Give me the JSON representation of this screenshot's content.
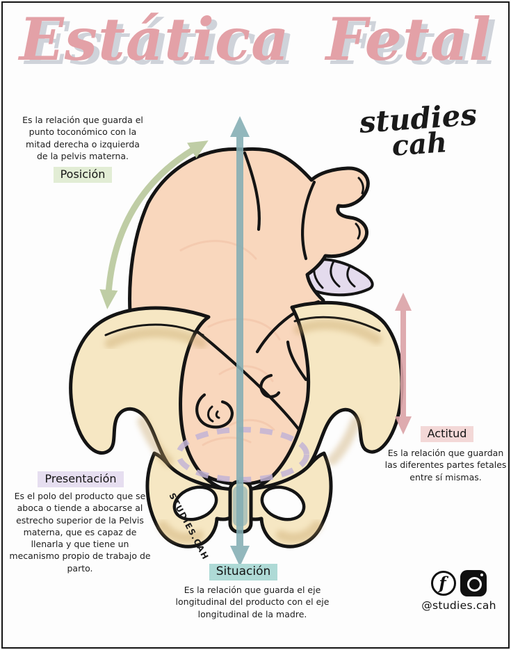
{
  "title": {
    "word1": "Estática",
    "word2": "Fetal"
  },
  "brand": {
    "line1": "studies",
    "line2": "cah"
  },
  "sections": {
    "posicion": {
      "label": "Posición",
      "description": "Es la relación que guarda el punto toconómico con la mitad derecha o izquierda de la pelvis materna."
    },
    "presentacion": {
      "label": "Presentación",
      "description": "Es el polo del producto que se aboca o tiende a abocarse al estrecho superior de la Pelvis materna, que es capaz de llenarla y que tiene un mecanismo propio de trabajo de parto."
    },
    "situacion": {
      "label": "Situación",
      "description": "Es la relación que guarda el eje longitudinal del producto con el eje longitudinal de la madre."
    },
    "actitud": {
      "label": "Actitud",
      "description": "Es la relación que guardan las diferentes partes fetales entre sí mismas."
    }
  },
  "illustration": {
    "watermark": "STUDIES.CAH"
  },
  "social": {
    "handle": "@studies.cah",
    "icons": [
      "facebook-icon",
      "instagram-icon"
    ]
  },
  "colors": {
    "title_pink": "#e19aa0",
    "title_shadow": "#ccd0d8",
    "highlight_posicion": "#e2edd5",
    "highlight_presentacion": "#e6def0",
    "highlight_situacion": "#aedad6",
    "highlight_actitud": "#f3d8d7",
    "arrow_teal": "#84aeb4",
    "arrow_green": "#b9c89c",
    "arrow_pink": "#dba3a7",
    "skin": "#f9d7bd",
    "bone": "#f6e7c3",
    "cord": "#e4dbed",
    "dashed_ellipse": "#c3b4d6"
  }
}
